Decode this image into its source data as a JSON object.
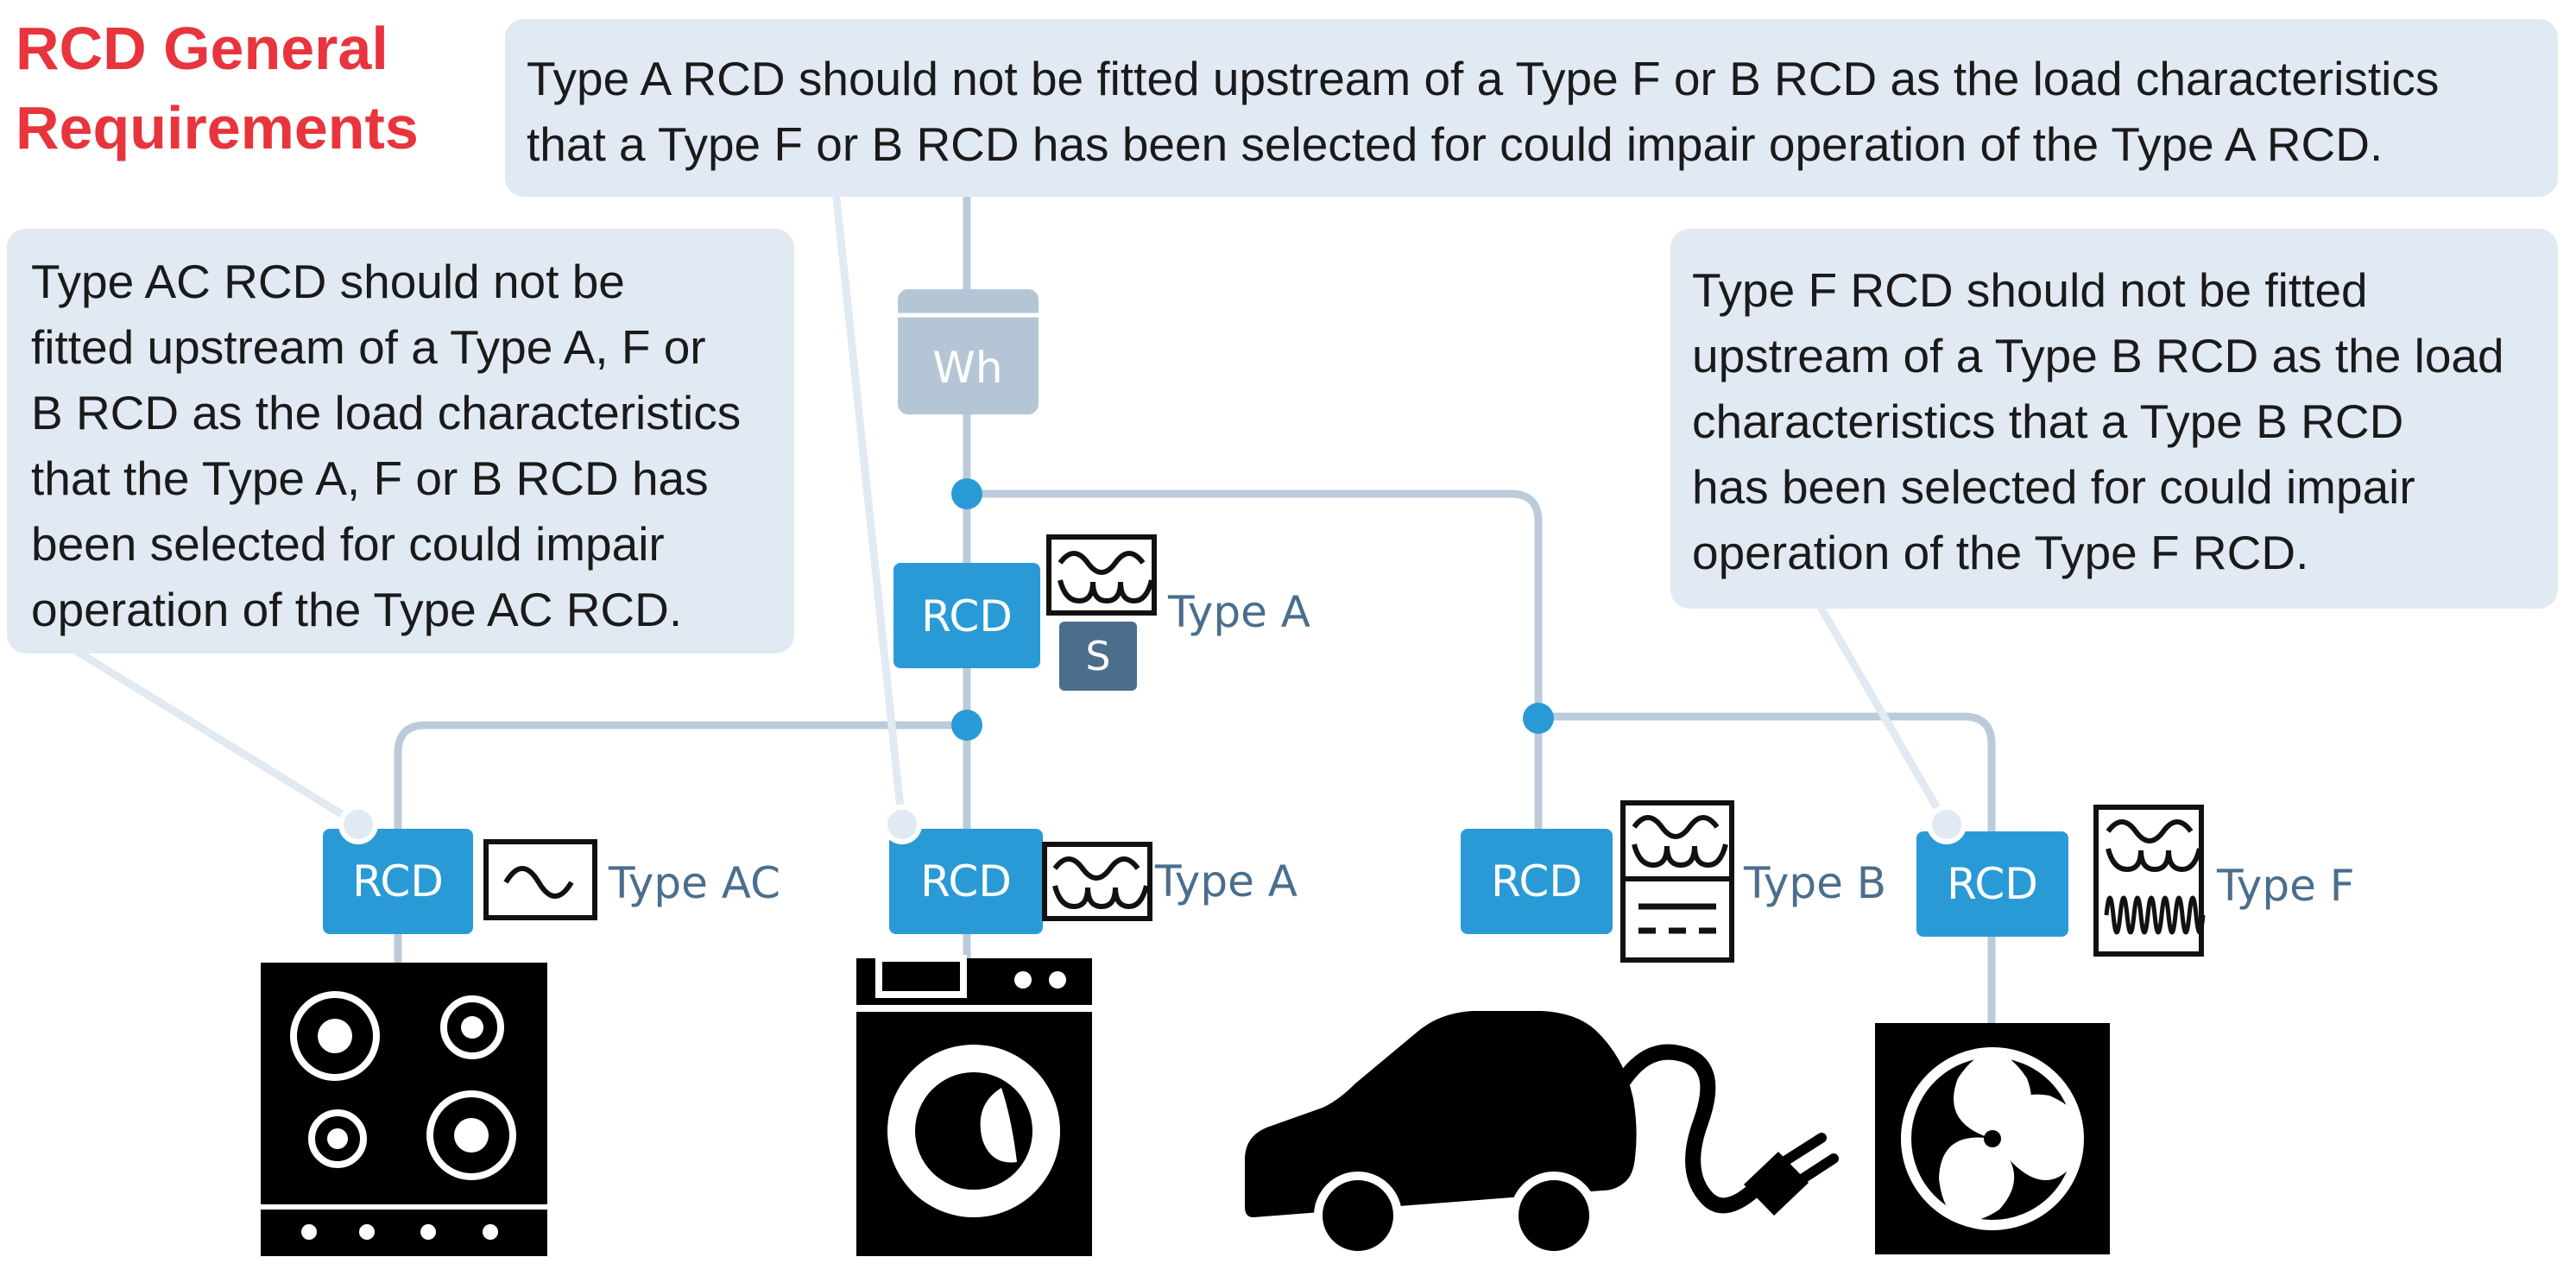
{
  "title": {
    "line1": "RCD General",
    "line2": "Requirements"
  },
  "callouts": {
    "top": [
      "Type A RCD should not be fitted upstream of a Type F or B RCD as the load characteristics",
      "that a Type F or B RCD has been selected for could impair operation of the Type A RCD."
    ],
    "left": [
      "Type AC RCD should not be",
      "fitted upstream of a Type A, F or",
      "B RCD as the load characteristics",
      "that the Type A, F or B RCD has",
      "been selected for could impair",
      "operation of the Type AC RCD."
    ],
    "right": [
      "Type F RCD should not be fitted",
      "upstream of a Type B RCD as the load",
      "characteristics that a Type B RCD",
      "has been selected for could impair",
      "operation of the Type F RCD."
    ]
  },
  "meter": {
    "label": "Wh"
  },
  "main_rcd": {
    "label": "RCD",
    "type": "Type A",
    "s_label": "S"
  },
  "branches": [
    {
      "id": "ac",
      "rcd_label": "RCD",
      "type": "Type AC",
      "appliance_icon": "hob-icon"
    },
    {
      "id": "a",
      "rcd_label": "RCD",
      "type": "Type A",
      "appliance_icon": "washing-machine-icon"
    },
    {
      "id": "b",
      "rcd_label": "RCD",
      "type": "Type B",
      "appliance_icon": "electric-car-icon"
    },
    {
      "id": "f",
      "rcd_label": "RCD",
      "type": "Type F",
      "appliance_icon": "fan-heater-icon"
    }
  ],
  "colors": {
    "title": "#e8343c",
    "callout_bg": "#e1e9f3",
    "rcd_blue": "#2a9ad6",
    "wire": "#bccbda",
    "meter_gray": "#b4c6d6",
    "s_box": "#4b6e8c",
    "type_text": "#4a6e8c"
  }
}
